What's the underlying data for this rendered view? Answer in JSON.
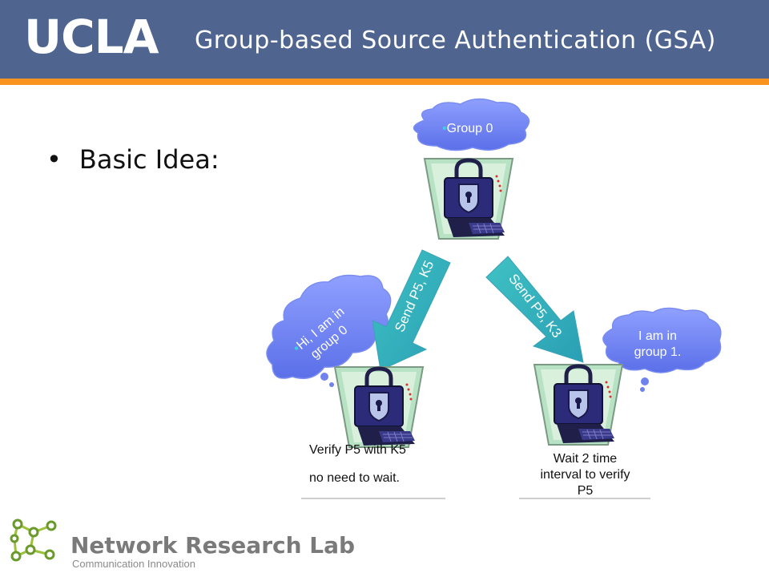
{
  "header": {
    "logo": "UCLA",
    "title": "Group-based Source Authentication (GSA)",
    "colors": {
      "bar": "#4f6590",
      "stripe": "#f7931e"
    }
  },
  "content": {
    "bullet": "Basic Idea:"
  },
  "diagram": {
    "clouds": {
      "top": "Group 0",
      "left_line1": "Hi, I am in",
      "left_line2": "group 0",
      "right_line1": "I am in",
      "right_line2": "group 1."
    },
    "arrows": {
      "left": "Send P5, K5",
      "right": "Send P5, K3"
    },
    "captions": {
      "left_line1": "Verify P5 with K5",
      "left_line2": "no need to wait.",
      "right_line1": "Wait 2 time",
      "right_line2": "interval to verify",
      "right_line3": "P5"
    },
    "icons": [
      "secure-computer-icon",
      "secure-computer-icon",
      "secure-computer-icon"
    ]
  },
  "footer": {
    "lab_name": "Network Research Lab",
    "tagline": "Communication Innovation"
  }
}
